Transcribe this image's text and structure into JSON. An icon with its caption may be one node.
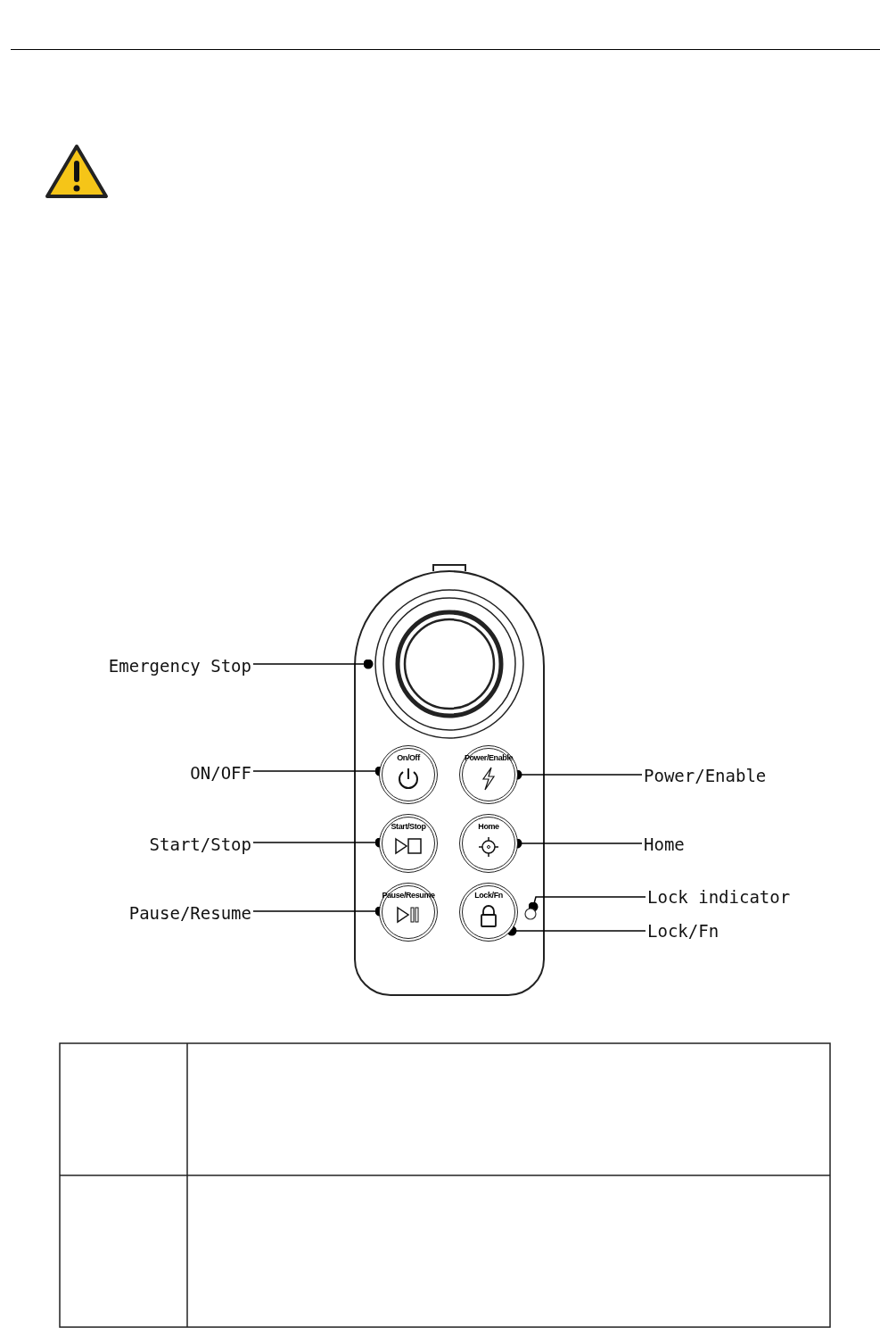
{
  "diagram": {
    "nodes": [
      {
        "text": [
          "Emergency Stop"
        ]
      },
      {
        "text": [
          "ON/OFF"
        ]
      },
      {
        "text": [
          "Start/Stop"
        ]
      },
      {
        "text": [
          "Pause/Resume"
        ]
      },
      {
        "text": [
          "Power/Enable"
        ]
      },
      {
        "text": [
          "Home"
        ]
      },
      {
        "text": [
          "Lock indicator"
        ]
      },
      {
        "text": [
          "Lock/Fn"
        ]
      },
      {
        "text": [],
        "shape": "circle"
      },
      {
        "text": [
          "On/Off"
        ]
      },
      {
        "text": [
          "Start/Stop"
        ]
      },
      {
        "text": [
          "Pause/Resume"
        ]
      },
      {
        "text": [
          "Power/Enable"
        ]
      },
      {
        "text": [
          "Home"
        ]
      },
      {
        "text": [],
        "shape": "circle"
      },
      {
        "text": [
          "Lock/Fn"
        ]
      }
    ],
    "edges": [
      {
        "from": 0,
        "to": 8,
        "arrow": "other"
      },
      {
        "from": 1,
        "to": 9,
        "arrow": "other"
      },
      {
        "from": 2,
        "to": 10,
        "arrow": "other"
      },
      {
        "from": 3,
        "to": 11,
        "arrow": "other"
      },
      {
        "from": 4,
        "to": 12,
        "arrow": "other"
      },
      {
        "from": 5,
        "to": 13,
        "arrow": "other"
      },
      {
        "from": 6,
        "to": 14,
        "arrow": "other"
      },
      {
        "from": 7,
        "to": 15,
        "arrow": "other"
      }
    ]
  }
}
